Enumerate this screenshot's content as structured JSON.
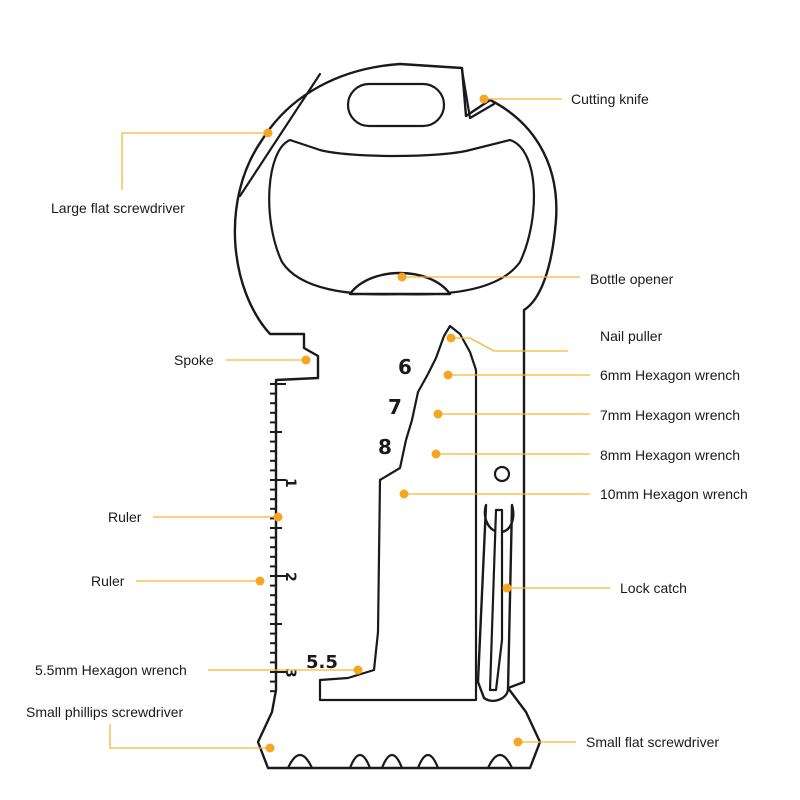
{
  "colors": {
    "leader": "#f5b731",
    "dot": "#f5a623",
    "outline": "#1a1a1a",
    "background": "#ffffff"
  },
  "labels": {
    "cutting_knife": "Cutting knife",
    "large_flat_screwdriver": "Large flat screwdriver",
    "bottle_opener": "Bottle opener",
    "nail_puller": "Nail puller",
    "spoke": "Spoke",
    "hex_6mm": "6mm Hexagon wrench",
    "hex_7mm": "7mm Hexagon wrench",
    "hex_8mm": "8mm Hexagon wrench",
    "hex_10mm": "10mm Hexagon wrench",
    "ruler_1": "Ruler",
    "ruler_2": "Ruler",
    "lock_catch": "Lock catch",
    "hex_5_5mm": "5.5mm Hexagon wrench",
    "small_phillips_screwdriver": "Small phillips screwdriver",
    "small_flat_screwdriver": "Small flat screwdriver"
  },
  "engravings": {
    "hex6": "6",
    "hex7": "7",
    "hex8": "8",
    "hex55": "5.5",
    "ruler_marks": [
      "1",
      "2",
      "3"
    ]
  }
}
